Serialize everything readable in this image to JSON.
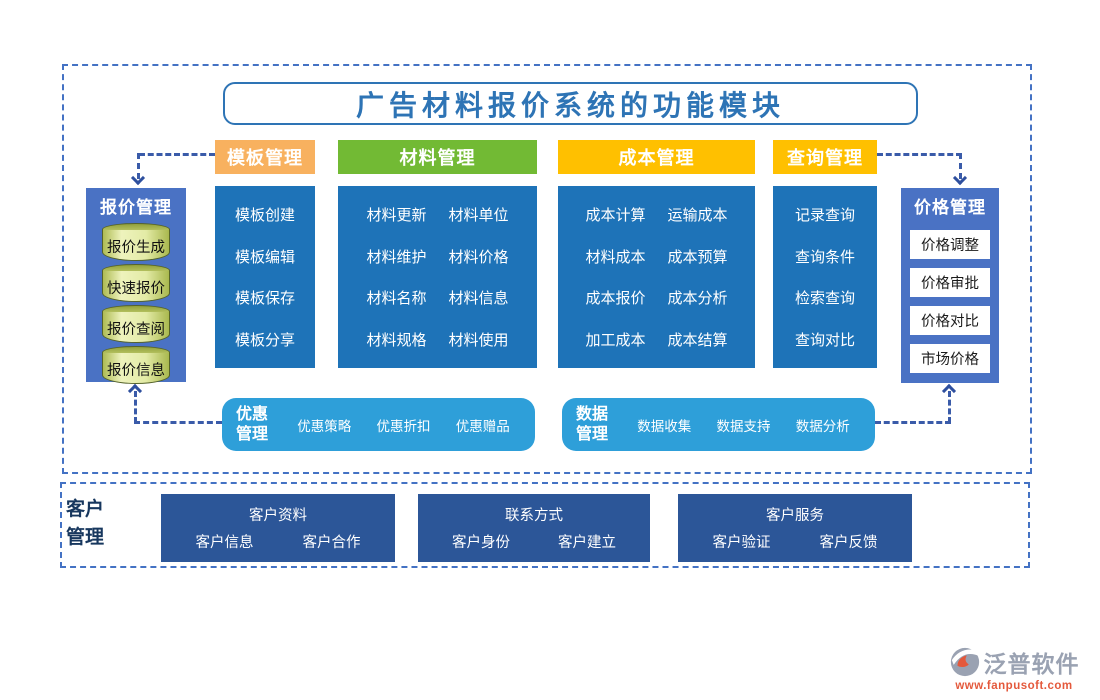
{
  "title": "广告材料报价系统的功能模块",
  "top_modules": {
    "template": "模板管理",
    "material": "材料管理",
    "cost": "成本管理",
    "query": "查询管理"
  },
  "quote_module": {
    "title": "报价管理",
    "items": [
      "报价生成",
      "快速报价",
      "报价查阅",
      "报价信息"
    ]
  },
  "price_module": {
    "title": "价格管理",
    "items": [
      "价格调整",
      "价格审批",
      "价格对比",
      "市场价格"
    ]
  },
  "template_column": [
    "模板创建",
    "模板编辑",
    "模板保存",
    "模板分享"
  ],
  "material_column": [
    [
      "材料更新",
      "材料单位"
    ],
    [
      "材料维护",
      "材料价格"
    ],
    [
      "材料名称",
      "材料信息"
    ],
    [
      "材料规格",
      "材料使用"
    ]
  ],
  "cost_column": [
    [
      "成本计算",
      "运输成本"
    ],
    [
      "材料成本",
      "成本预算"
    ],
    [
      "成本报价",
      "成本分析"
    ],
    [
      "加工成本",
      "成本结算"
    ]
  ],
  "query_column": [
    "记录查询",
    "查询条件",
    "检索查询",
    "查询对比"
  ],
  "discount_module": {
    "title": "优惠管理",
    "items": [
      "优惠策略",
      "优惠折扣",
      "优惠赠品"
    ]
  },
  "data_module": {
    "title": "数据管理",
    "items": [
      "数据收集",
      "数据支持",
      "数据分析"
    ]
  },
  "customer_module": {
    "title": "客户管理",
    "groups": [
      {
        "title": "客户资料",
        "items": [
          "客户信息",
          "客户合作"
        ]
      },
      {
        "title": "联系方式",
        "items": [
          "客户身份",
          "客户建立"
        ]
      },
      {
        "title": "客户服务",
        "items": [
          "客户验证",
          "客户反馈"
        ]
      }
    ]
  },
  "logo": {
    "name": "泛普软件",
    "url": "www.fanpusoft.com"
  },
  "colors": {
    "template_header": "#F8B15F",
    "material_header": "#72BA34",
    "cost_header": "#FFC000",
    "query_header": "#FFC000",
    "column_blue": "#1E73B8",
    "side_box_blue": "#4A72C4",
    "pill_blue": "#2E9FD9",
    "customer_navy": "#2C5698",
    "dash_blue": "#4472C4",
    "title_blue": "#2E74B5",
    "cylinder_green": "#DCE69A",
    "logo_gray": "#9AA2B2",
    "logo_orange": "#E4593C"
  }
}
